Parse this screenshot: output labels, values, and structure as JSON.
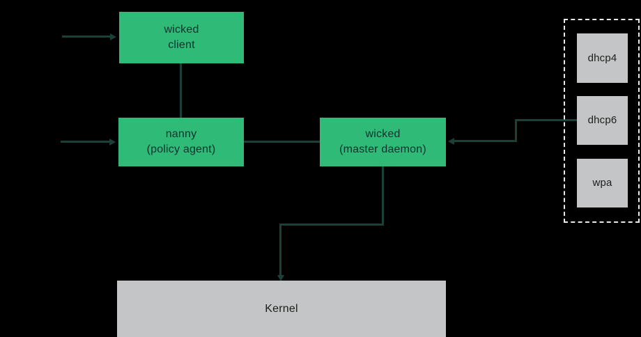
{
  "colors": {
    "background": "#000000",
    "node_green": "#30ba78",
    "node_gray": "#c3c5c7",
    "edge_line": "#1b4038",
    "group_dashed_border": "#eaeaea",
    "green_node_text": "#0c322c",
    "gray_node_text": "#1d1d1b"
  },
  "nodes": {
    "client": {
      "line1": "wicked",
      "line2": "client"
    },
    "nanny": {
      "line1": "nanny",
      "line2": "(policy agent)"
    },
    "master": {
      "line1": "wicked",
      "line2": "(master daemon)"
    },
    "dhcp4": {
      "label": "dhcp4"
    },
    "dhcp6": {
      "label": "dhcp6"
    },
    "wpa": {
      "label": "wpa"
    },
    "kernel": {
      "label": "Kernel"
    }
  },
  "groups": {
    "supplicants": {
      "style": "dashed-border",
      "members": [
        "dhcp4",
        "dhcp6",
        "wpa"
      ]
    }
  },
  "edges": [
    {
      "from": "open-left-end",
      "to": "client"
    },
    {
      "from": "client",
      "to": "nanny"
    },
    {
      "from": "open-left-end",
      "to": "nanny"
    },
    {
      "from": "nanny",
      "to": "master"
    },
    {
      "from": "master",
      "to": "dhcp6"
    },
    {
      "from": "master",
      "to": "kernel"
    }
  ]
}
